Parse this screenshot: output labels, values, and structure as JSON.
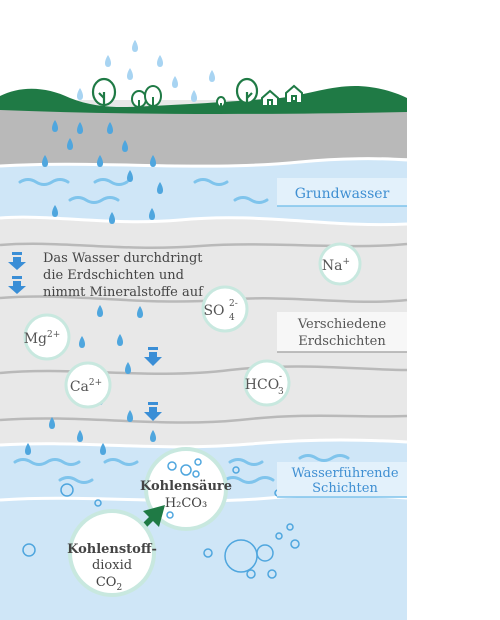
{
  "labels": {
    "groundwater": "Grundwasser",
    "layers_line1": "Verschiedene",
    "layers_line2": "Erdschichten",
    "aquifer_line1": "Wasserführende",
    "aquifer_line2": "Schichten",
    "process_line1": "Das Wasser durchdringt",
    "process_line2": "die Erdschichten und",
    "process_line3": "nimmt Mineralstoffe auf"
  },
  "ions": {
    "na": {
      "base": "Na",
      "sup": "+"
    },
    "so4": {
      "base": "SO",
      "sub": "4",
      "sup": "2-"
    },
    "mg": {
      "base": "Mg",
      "sup": "2+"
    },
    "ca": {
      "base": "Ca",
      "sup": "2+"
    },
    "hco3": {
      "base": "HCO",
      "sub": "3",
      "sup": "-"
    }
  },
  "carbonic_acid": {
    "name": "Kohlensäure",
    "formula": "H₂CO₃"
  },
  "co2": {
    "line1": "Kohlenstoff-",
    "line2": "dioxid",
    "formula": "CO",
    "formula_sub": "2"
  },
  "colors": {
    "soil": "#e8e8e8",
    "topsoil": "#b9b9b9",
    "grass": "#1f7a45",
    "water_band": "#cfe6f7",
    "wave": "#7fc4ec",
    "drop": "#4fa6de",
    "label_text": "#3f8fd2",
    "label_box": "#e3f1fb",
    "circle_border": "#c8e8df",
    "arrow_blue": "#3a8ed6",
    "arrow_green": "#1f7a45",
    "ion_text": "#555555"
  }
}
